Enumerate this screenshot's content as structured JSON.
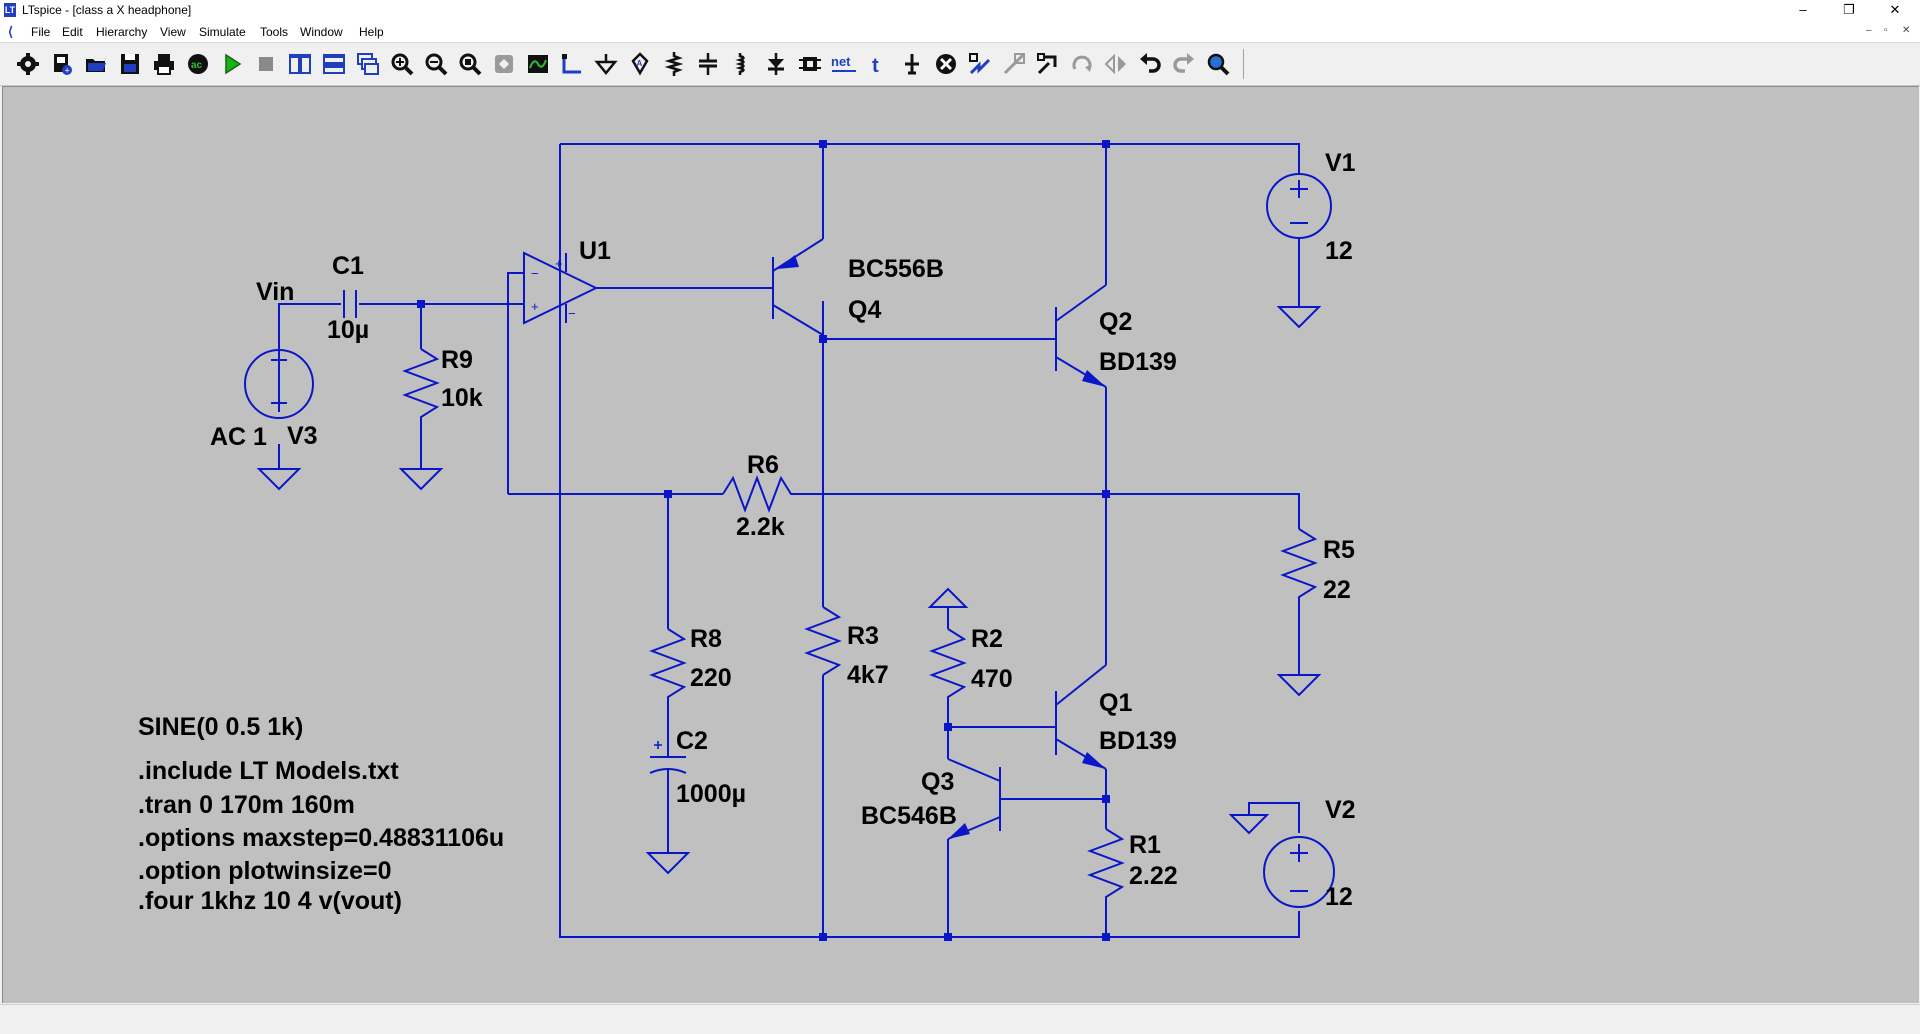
{
  "window": {
    "title": "LTspice - [class a X headphone]",
    "minimize": "–",
    "maximize": "❐",
    "close": "✕"
  },
  "menu": [
    "File",
    "Edit",
    "Hierarchy",
    "View",
    "Simulate",
    "Tools",
    "Window",
    "Help"
  ],
  "mdi_controls": [
    "–",
    "▫",
    "✕"
  ],
  "toolbar": [
    {
      "name": "settings-button",
      "icon": "gear-icon"
    },
    {
      "name": "new-schematic-button",
      "icon": "new-schematic-icon"
    },
    {
      "name": "open-button",
      "icon": "open-folder-icon"
    },
    {
      "name": "save-button",
      "icon": "floppy-icon"
    },
    {
      "name": "print-button",
      "icon": "printer-icon"
    },
    {
      "name": "control-panel-button",
      "icon": "control-panel-icon"
    },
    {
      "name": "run-button",
      "icon": "run-icon"
    },
    {
      "name": "halt-button",
      "icon": "stop-icon"
    },
    {
      "name": "tile-vertical-button",
      "icon": "tile-vertical-icon"
    },
    {
      "name": "tile-horizontal-button",
      "icon": "tile-horizontal-icon"
    },
    {
      "name": "cascade-button",
      "icon": "cascade-icon"
    },
    {
      "name": "zoom-in-button",
      "icon": "zoom-in-icon"
    },
    {
      "name": "zoom-out-button",
      "icon": "zoom-out-icon"
    },
    {
      "name": "zoom-fit-button",
      "icon": "zoom-fit-icon"
    },
    {
      "name": "pan-button",
      "icon": "pan-icon"
    },
    {
      "name": "autorange-button",
      "icon": "waveform-icon"
    },
    {
      "name": "draw-wire-button",
      "icon": "wire-icon"
    },
    {
      "name": "place-ground-button",
      "icon": "ground-icon"
    },
    {
      "name": "place-label-button",
      "icon": "label-icon"
    },
    {
      "name": "place-resistor-button",
      "icon": "resistor-icon"
    },
    {
      "name": "place-capacitor-button",
      "icon": "capacitor-icon"
    },
    {
      "name": "place-inductor-button",
      "icon": "inductor-icon"
    },
    {
      "name": "place-diode-button",
      "icon": "diode-icon"
    },
    {
      "name": "place-component-button",
      "icon": "component-icon"
    },
    {
      "name": "spice-directive-button",
      "icon": "net-icon"
    },
    {
      "name": "place-text-button",
      "icon": "text-t-icon"
    },
    {
      "name": "place-port-button",
      "icon": "port-icon"
    },
    {
      "name": "delete-button",
      "icon": "delete-icon"
    },
    {
      "name": "duplicate-button",
      "icon": "duplicate-icon"
    },
    {
      "name": "move-button",
      "icon": "move-icon"
    },
    {
      "name": "drag-button",
      "icon": "drag-icon"
    },
    {
      "name": "rotate-button",
      "icon": "rotate-icon"
    },
    {
      "name": "mirror-button",
      "icon": "mirror-icon"
    },
    {
      "name": "undo-button",
      "icon": "undo-icon"
    },
    {
      "name": "redo-button",
      "icon": "redo-icon"
    },
    {
      "name": "find-button",
      "icon": "find-icon"
    }
  ],
  "schematic": {
    "components": {
      "v1": {
        "name": "V1",
        "value": "12"
      },
      "v2": {
        "name": "V2",
        "value": "12"
      },
      "v3": {
        "name": "V3",
        "value": "AC 1"
      },
      "c1": {
        "name": "C1",
        "value": "10µ"
      },
      "c2": {
        "name": "C2",
        "value": "1000µ"
      },
      "r1": {
        "name": "R1",
        "value": "2.22"
      },
      "r2": {
        "name": "R2",
        "value": "470"
      },
      "r3": {
        "name": "R3",
        "value": "4k7"
      },
      "r5": {
        "name": "R5",
        "value": "22"
      },
      "r6": {
        "name": "R6",
        "value": "2.2k"
      },
      "r8": {
        "name": "R8",
        "value": "220"
      },
      "r9": {
        "name": "R9",
        "value": "10k"
      },
      "q1": {
        "name": "Q1",
        "value": "BD139"
      },
      "q2": {
        "name": "Q2",
        "value": "BD139"
      },
      "q3": {
        "name": "Q3",
        "value": "BC546B"
      },
      "q4": {
        "name": "Q4",
        "value": "BC556B"
      },
      "u1": {
        "name": "U1"
      }
    },
    "net_labels": {
      "vin": "Vin"
    },
    "opamp_pins": {
      "plus_top": "+",
      "minus_top": "−",
      "minus_in": "−",
      "plus_in": "+"
    },
    "directives": [
      "SINE(0 0.5 1k)",
      ".include LT Models.txt",
      ".tran 0 170m 160m",
      ".options maxstep=0.48831106u",
      ".option plotwinsize=0",
      ".four 1khz 10 4 v(vout)"
    ],
    "colors": {
      "wire": "#0a17c8",
      "background": "#c0c0c0"
    }
  }
}
